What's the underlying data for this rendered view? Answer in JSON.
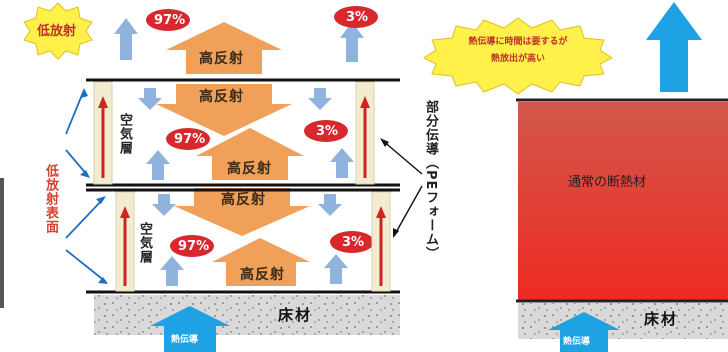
{
  "labels": {
    "low_emission_badge": "低放射",
    "high_reflection": "高反射",
    "air_layer": "空気層",
    "low_emission_surface": "低放射表面",
    "partial_conduction": "部分伝導（PEフォーム）",
    "floor": "床材",
    "heat_conduction": "熱伝導",
    "banner_line1": "熱伝導に時間は要するが",
    "banner_line2": "熱放出が高い",
    "normal_insulation": "通常の断熱材"
  },
  "percentages": {
    "reflect": "97%",
    "pass": "3%"
  },
  "colors": {
    "orange": "#f0a058",
    "blue": "#8fb3dc",
    "cyan": "#1fa2e3",
    "red_oval": "#d8282e",
    "star_fill": "#fff04a",
    "foam": "#f4ecd0"
  },
  "icons": [
    "up-arrow-icon",
    "down-arrow-icon",
    "star-burst-icon"
  ]
}
